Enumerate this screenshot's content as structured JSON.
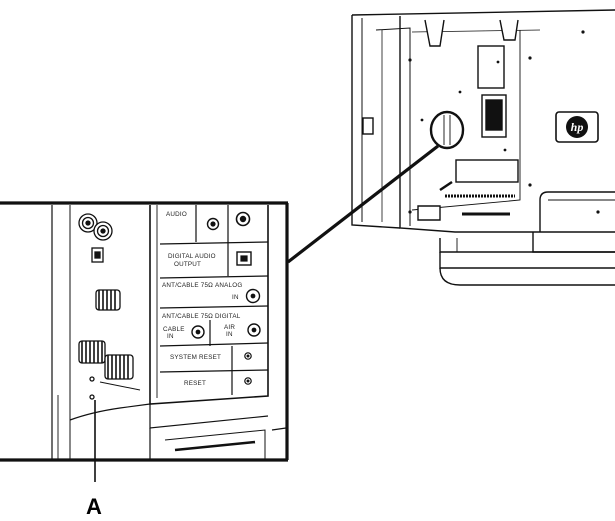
{
  "diagram": {
    "callout_label": "A",
    "logo_text": "hp",
    "panel_labels": {
      "audio": "AUDIO",
      "digital_audio_output_1": "DIGITAL AUDIO",
      "digital_audio_output_2": "OUTPUT",
      "ant_cable_analog": "ANT/CABLE 75Ω  ANALOG",
      "in": "IN",
      "ant_cable_digital": "ANT/CABLE 75Ω  DIGITAL",
      "cable_in_1": "CABLE",
      "cable_in_2": "IN",
      "air_in_1": "AIR",
      "air_in_2": "IN",
      "system_reset": "SYSTEM RESET",
      "reset": "RESET"
    }
  }
}
